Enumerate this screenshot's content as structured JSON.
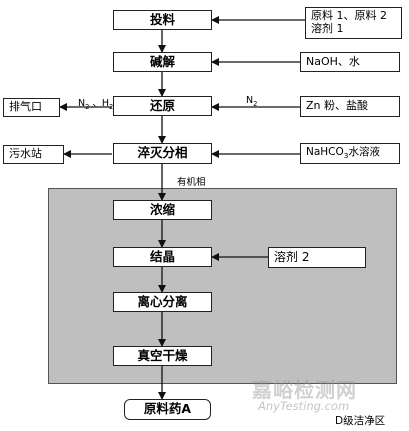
{
  "steps": {
    "s1": "投料",
    "s2": "碱解",
    "s3": "还原",
    "s4": "淬灭分相",
    "s5": "浓缩",
    "s6": "结晶",
    "s7": "离心分离",
    "s8": "真空干燥",
    "s9": "原料药A"
  },
  "inputs": {
    "feed_line1": "原料 1、原料 2",
    "feed_line2": "溶剂 1",
    "hydrolysis": "NaOH、水",
    "reduction": "Zn 粉、盐酸",
    "quench_prefix": "NaHCO",
    "quench_sub": "3",
    "quench_suffix": "水溶液",
    "crystallization": "溶剂 2"
  },
  "outputs": {
    "vent": "排气口",
    "wastewater": "污水站"
  },
  "labels": {
    "n2_h2_n2": "N",
    "n2_h2_sub1": "2",
    "n2_h2_mid": " 、H",
    "n2_h2_sub2": "2",
    "n2_in": "N",
    "n2_in_sub": "2",
    "organic_phase": "有机相",
    "clean_zone": "D级洁净区"
  },
  "watermark": {
    "cn": "嘉峪检测网",
    "en": "AnyTesting.com"
  }
}
